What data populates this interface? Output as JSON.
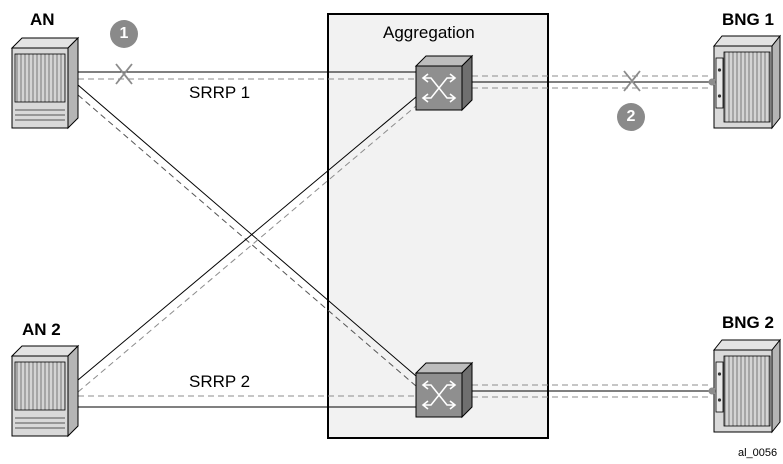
{
  "labels": {
    "an1": "AN",
    "an2": "AN 2",
    "aggregation": "Aggregation",
    "bng1": "BNG 1",
    "bng2": "BNG 2",
    "srrp1": "SRRP 1",
    "srrp2": "SRRP 2",
    "figure_id": "al_0056"
  },
  "markers": {
    "marker1": "1",
    "marker2": "2"
  },
  "colors": {
    "solid_link": "#000000",
    "dashed_link": "#8c8c8c",
    "aggregation_fill": "#f2f2f2",
    "device_fill": "#d9d9d9",
    "switch_fill": "#8f8f8f",
    "marker_fill": "#8a8a8a"
  }
}
